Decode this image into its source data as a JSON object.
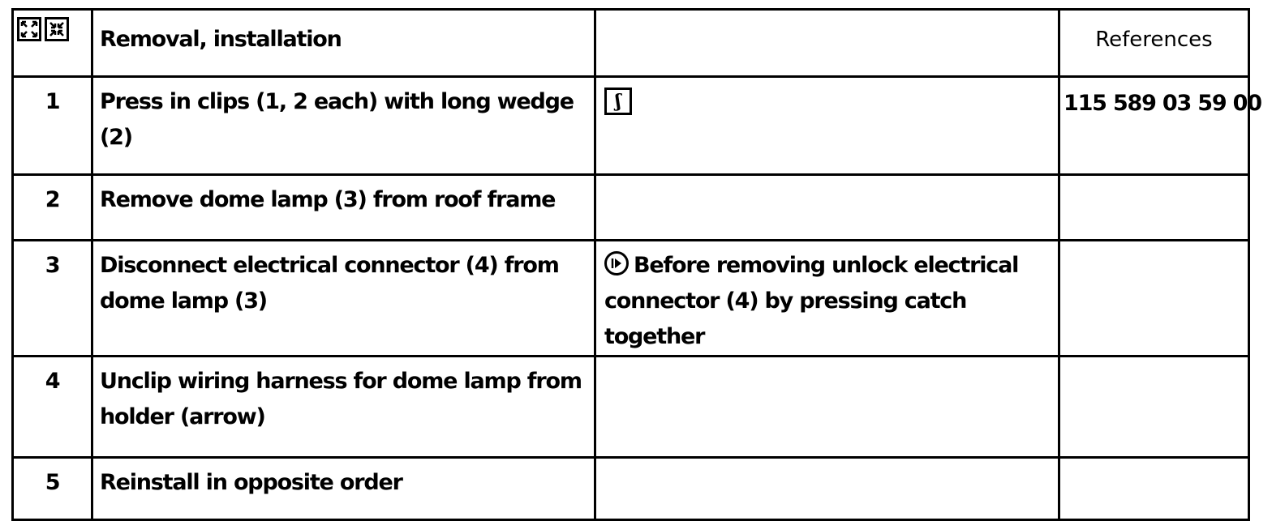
{
  "header": {
    "title": "Removal, installation",
    "references_label": "References",
    "icon_left": "removal-symbol-icon",
    "icon_right": "installation-symbol-icon"
  },
  "steps": [
    {
      "number": "1",
      "text": "Press in clips (1, 2 each) with long wedge (2)",
      "note_icon": "special-tool-icon",
      "note_icon_glyph": "ʃ",
      "note": "",
      "reference": "115 589 03 59 00"
    },
    {
      "number": "2",
      "text": "Remove dome lamp (3) from roof frame",
      "note": "",
      "reference": ""
    },
    {
      "number": "3",
      "text": "Disconnect electrical connector (4) from dome lamp (3)",
      "note_icon": "info-arrow-icon",
      "note": "Before removing unlock electrical connector (4) by pressing catch together",
      "reference": ""
    },
    {
      "number": "4",
      "text": "Unclip wiring harness for dome lamp from holder (arrow)",
      "note": "",
      "reference": ""
    },
    {
      "number": "5",
      "text": "Reinstall in opposite order",
      "note": "",
      "reference": ""
    }
  ]
}
